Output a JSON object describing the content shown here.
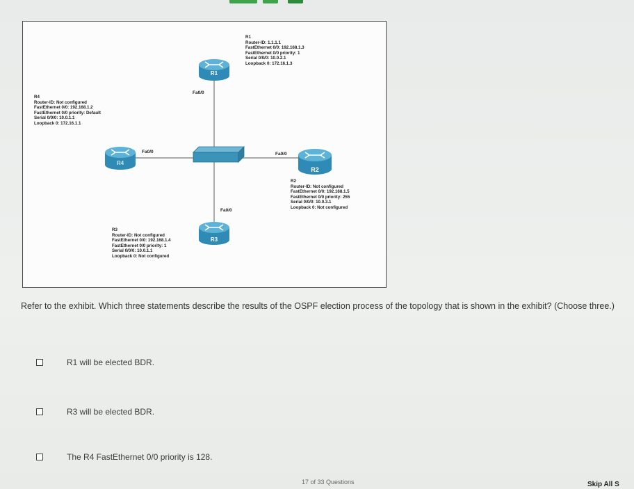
{
  "colors": {
    "accent_green": "#3fa34d",
    "router_blue": "#2f8bb5",
    "switch_blue": "#3a93b8"
  },
  "exhibit": {
    "routers": [
      {
        "id": "R1",
        "icon": "router-icon"
      },
      {
        "id": "R2",
        "icon": "router-icon"
      },
      {
        "id": "R3",
        "icon": "router-icon"
      },
      {
        "id": "R4",
        "icon": "router-icon"
      }
    ],
    "interface_labels": {
      "r1": "Fa0/0",
      "r2": "Fa0/0",
      "r3": "Fa0/0",
      "r4": "Fa0/0"
    },
    "r1_info": [
      "R1",
      "Router-ID: 1.1.1.1",
      "FastEthernet 0/0: 192.168.1.3",
      "FastEthernet 0/0 priority: 1",
      "Serial 0/0/0: 10.0.2.1",
      "Loopback 0: 172.16.1.3"
    ],
    "r2_info": [
      "R2",
      "Router-ID: Not configured",
      "FastEthernet 0/0: 192.168.1.5",
      "FastEthernet 0/0 priority: 255",
      "Serial 0/0/0: 10.0.3.1",
      "Loopback 0: Not configured"
    ],
    "r3_info": [
      "R3",
      "Router-ID: Not configured",
      "FastEthernet 0/0: 192.168.1.4",
      "FastEthernet 0/0 priority: 1",
      "Serial 0/0/0: 10.0.1.1",
      "Loopback 0: Not configured"
    ],
    "r4_info": [
      "R4",
      "Router-ID: Not configured",
      "FastEthernet 0/0: 192.168.1.2",
      "FastEthernet 0/0 priority: Default",
      "Serial 0/0/0: 10.0.1.1",
      "Loopback 0: 172.16.1.1"
    ]
  },
  "question": {
    "text": "Refer to the exhibit. Which three statements describe the results of the OSPF election process of the topology that is shown in the exhibit? (Choose three.)"
  },
  "options": [
    {
      "label": "R1 will be elected BDR."
    },
    {
      "label": "R3 will be elected BDR."
    },
    {
      "label": "The R4 FastEthernet 0/0 priority is 128."
    }
  ],
  "footer": {
    "counter": "17 of 33 Questions",
    "skip": "Skip All  S"
  }
}
